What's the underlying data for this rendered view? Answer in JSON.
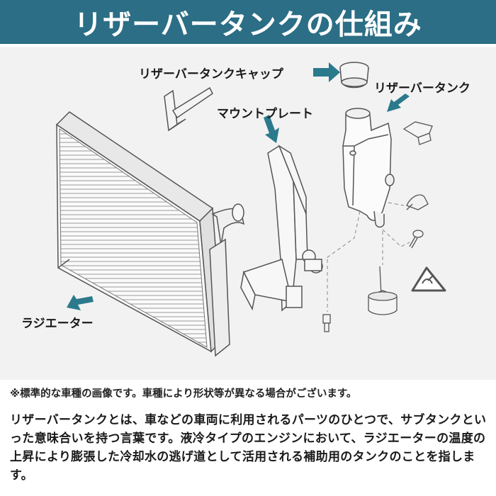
{
  "header": {
    "title": "リザーバータンクの仕組み"
  },
  "labels": {
    "cap": "リザーバータンクキャップ",
    "tank": "リザーバータンク",
    "mount_plate": "マウントプレート",
    "radiator": "ラジエーター"
  },
  "note": "※標準的な車種の画像です。車種により形状等が異なる場合がございます。",
  "description": "リザーバータンクとは、車などの車両に利用されるパーツのひとつで、サブタンクといった意味合いを持つ言葉です。液冷タイプのエンジンにおいて、ラジエーターの温度の上昇により膨張した冷却水の逃げ道として活用される補助用のタンクのことを指します。",
  "colors": {
    "header_bg": "#2b6e86",
    "arrow": "#2b7a8c",
    "diagram_bg": "#f2f2f2"
  }
}
